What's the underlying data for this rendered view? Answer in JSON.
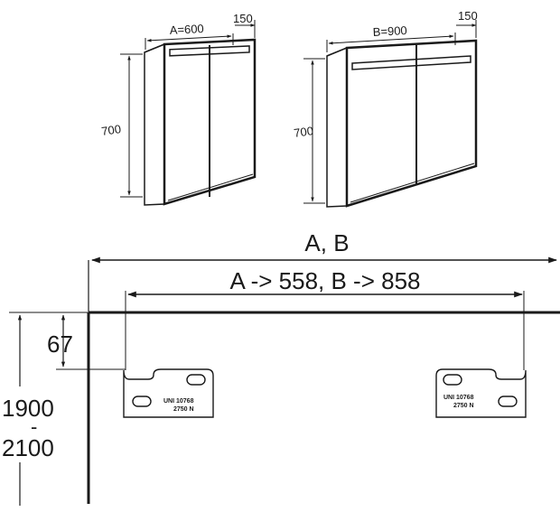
{
  "cabinets": [
    {
      "width_label": "A=600",
      "depth_label": "150",
      "height_label": "700"
    },
    {
      "width_label": "B=900",
      "depth_label": "150",
      "height_label": "700"
    }
  ],
  "install": {
    "overall_width_label": "A, B",
    "bracket_span_label": "A -> 558, B -> 858",
    "top_offset_label": "67",
    "mount_height_line1": "1900",
    "mount_height_dash": "-",
    "mount_height_line2": "2100",
    "bracket_left": {
      "line1": "UNI 10768",
      "line2": "2750 N"
    },
    "bracket_right": {
      "line1": "UNI 10768",
      "line2": "2750 N"
    }
  }
}
